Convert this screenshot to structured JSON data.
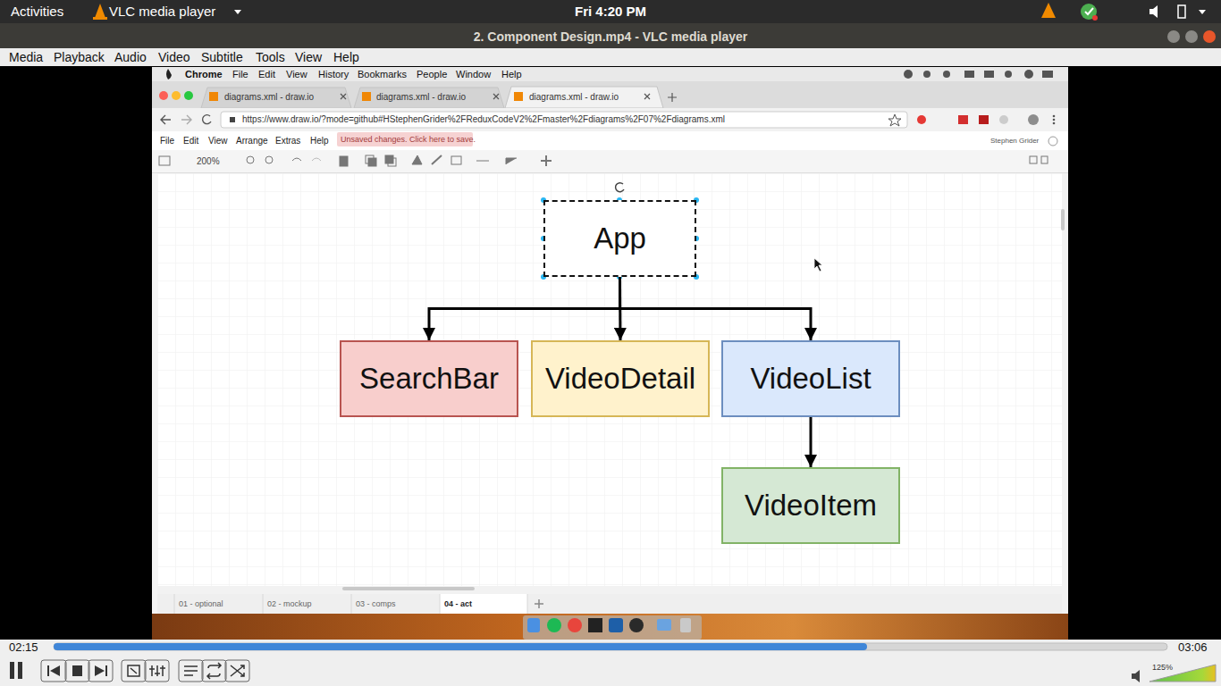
{
  "diagram": {
    "nodes": [
      {
        "text": [
          "App"
        ]
      },
      {
        "text": [
          "SearchBar"
        ]
      },
      {
        "text": [
          "VideoDetail"
        ]
      },
      {
        "text": [
          "VideoList"
        ]
      },
      {
        "text": [
          "VideoItem"
        ]
      }
    ],
    "edges": [
      {
        "from": 0,
        "to": 1,
        "arrow": "to"
      },
      {
        "from": 0,
        "to": 2,
        "arrow": "to"
      },
      {
        "from": 0,
        "to": 3,
        "arrow": "to"
      },
      {
        "from": 3,
        "to": 4,
        "arrow": "to"
      }
    ],
    "labels": [
      "Activities",
      "VLC media player",
      "Fri 4:20 PM",
      "2. Component Design.mp4 - VLC media player",
      "Media",
      "Playback",
      "Audio",
      "Video",
      "Subtitle",
      "Tools",
      "View",
      "Help",
      "Chrome",
      "File",
      "Edit",
      "View",
      "History",
      "Bookmarks",
      "People",
      "Window",
      "Help",
      "diagrams.xml - draw.io",
      "diagrams.xml - draw.io",
      "diagrams.xml - draw.io",
      "https://www.draw.io/?mode=github#HStephenGrider%2FReduxCodeV2%2Fmaster%2Fdiagrams%2F07%2Fdiagrams.xml",
      "File",
      "Edit",
      "View",
      "Arrange",
      "Extras",
      "Help",
      "Unsaved changes. Click here to save.",
      "Stephen Grider",
      "200%",
      "01 - optional",
      "02 - mockup",
      "03 - comps",
      "04 - act",
      "02:15",
      "03:06",
      "125%"
    ]
  }
}
